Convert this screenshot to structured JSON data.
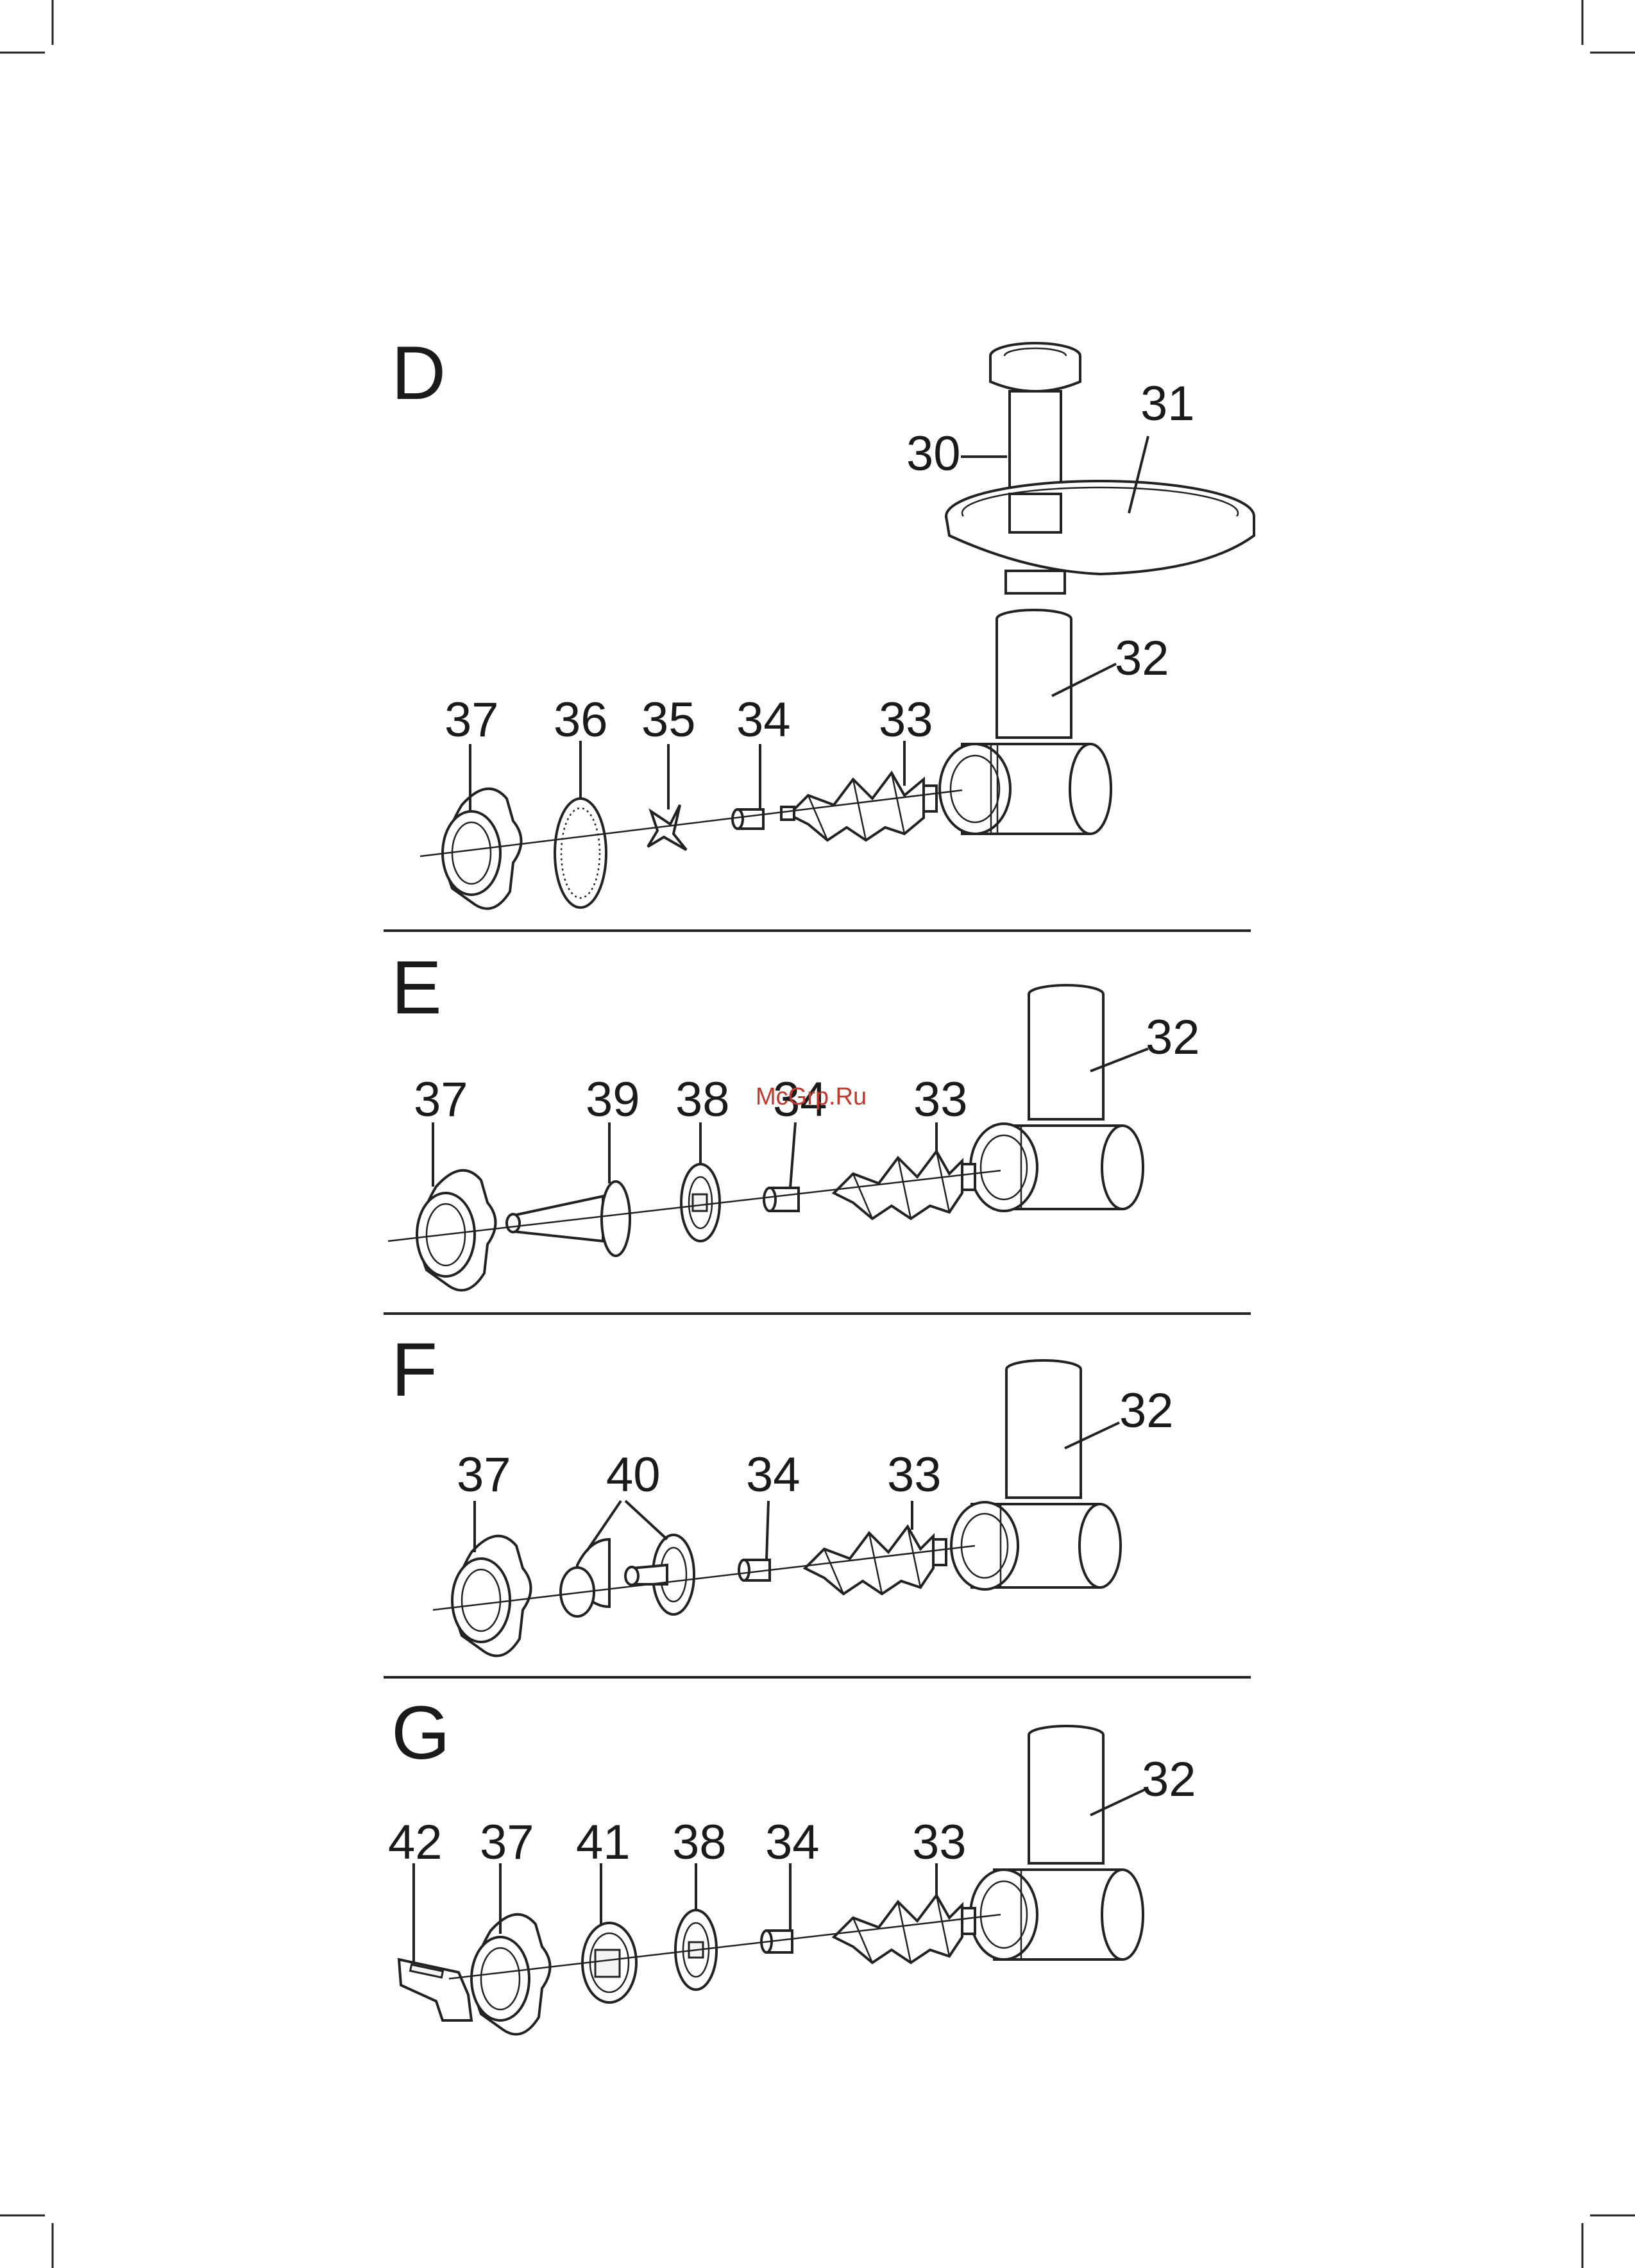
{
  "sections": [
    {
      "letter": "D",
      "labels": {
        "p30": "30",
        "p31": "31",
        "p32": "32",
        "p37": "37",
        "p36": "36",
        "p35": "35",
        "p34": "34",
        "p33": "33"
      }
    },
    {
      "letter": "E",
      "labels": {
        "p32": "32",
        "p37": "37",
        "p39": "39",
        "p38": "38",
        "p34": "34",
        "p33": "33"
      }
    },
    {
      "letter": "F",
      "labels": {
        "p32": "32",
        "p37": "37",
        "p40": "40",
        "p34": "34",
        "p33": "33"
      }
    },
    {
      "letter": "G",
      "labels": {
        "p32": "32",
        "p42": "42",
        "p37": "37",
        "p41": "41",
        "p38": "38",
        "p34": "34",
        "p33": "33"
      }
    }
  ],
  "watermark": "McGrp.Ru"
}
